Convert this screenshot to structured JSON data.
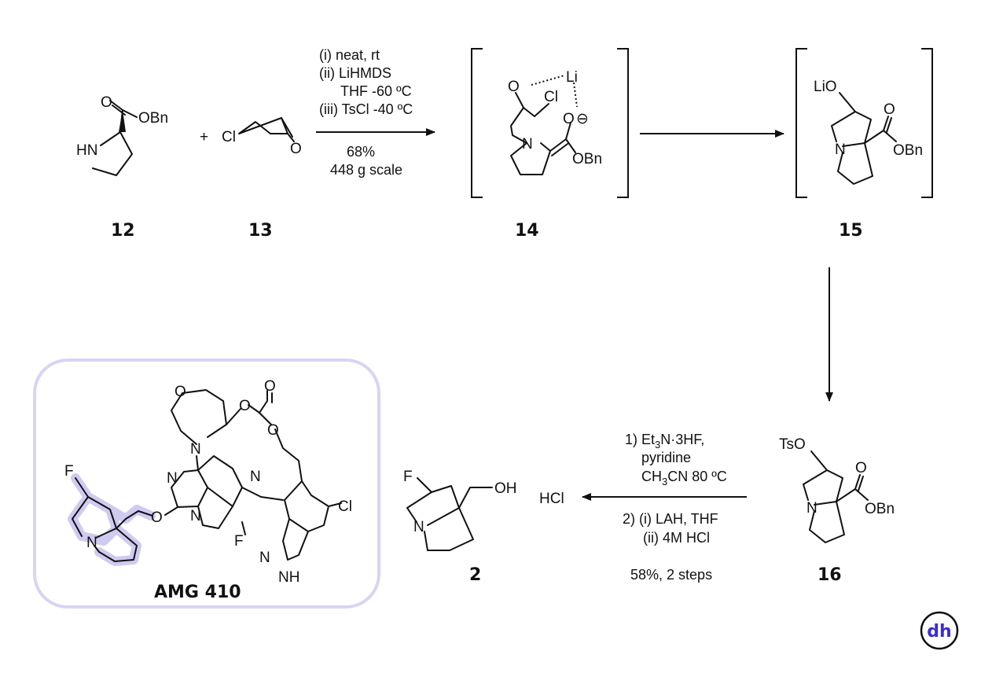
{
  "compounds": {
    "c12": {
      "label": "12",
      "atoms": {
        "carbonyl_o": "O",
        "ester": "OBn",
        "amine": "HN"
      }
    },
    "c13": {
      "label": "13",
      "atoms": {
        "chlorine": "Cl",
        "epoxide_o": "O"
      }
    },
    "c14": {
      "label": "14",
      "atoms": {
        "alkoxide_o": "O",
        "lithium": "Li",
        "chlorine": "Cl",
        "enolate_o": "O",
        "charge": "⊖",
        "nitrogen": "N",
        "ester": "OBn"
      }
    },
    "c15": {
      "label": "15",
      "atoms": {
        "alkoxide": "LiO",
        "carbonyl_o": "O",
        "nitrogen": "N",
        "ester": "OBn"
      }
    },
    "c16": {
      "label": "16",
      "atoms": {
        "tosylate": "TsO",
        "carbonyl_o": "O",
        "nitrogen": "N",
        "ester": "OBn"
      }
    },
    "c2": {
      "label": "2",
      "atoms": {
        "fluorine": "F",
        "hydroxyl": "OH",
        "nitrogen": "N"
      },
      "salt": "HCl"
    },
    "amg410": {
      "label": "AMG 410"
    }
  },
  "amg_atoms": {
    "ring_o": "O",
    "ring_n": "N",
    "carbonate_o1": "O",
    "carbonate_o2": "O",
    "carbonate_o3": "O",
    "pyr_n1": "N",
    "pyr_n2": "N",
    "pyridine_n": "N",
    "fluoro": "F",
    "chloro": "Cl",
    "linker_o": "O",
    "pyrrolizidine_n": "N",
    "pyrrolizidine_f": "F",
    "indazole_n": "N",
    "indazole_nh": "NH"
  },
  "plus": "+",
  "step1": {
    "line1": "(i) neat, rt",
    "line2": "(ii) LiHMDS",
    "line3": "THF -60 ºC",
    "line4": "(iii) TsCl -40 ºC",
    "yield": "68%",
    "scale": "448 g scale"
  },
  "step_final": {
    "line1_pre": "1) Et",
    "line1_sub": "3",
    "line1_post": "N·3HF,",
    "line2": "pyridine",
    "line3_pre": "CH",
    "line3_sub": "3",
    "line3_post": "CN 80 ºC",
    "line4": "2) (i) LAH, THF",
    "line5": "(ii) 4M HCl",
    "yield": "58%, 2 steps"
  },
  "logo": {
    "text": "dh",
    "color": "#3b2bd6"
  },
  "colors": {
    "highlight_box": "#d8d4f3",
    "highlight_halo": "#cfcaf0",
    "ink": "#111111"
  }
}
